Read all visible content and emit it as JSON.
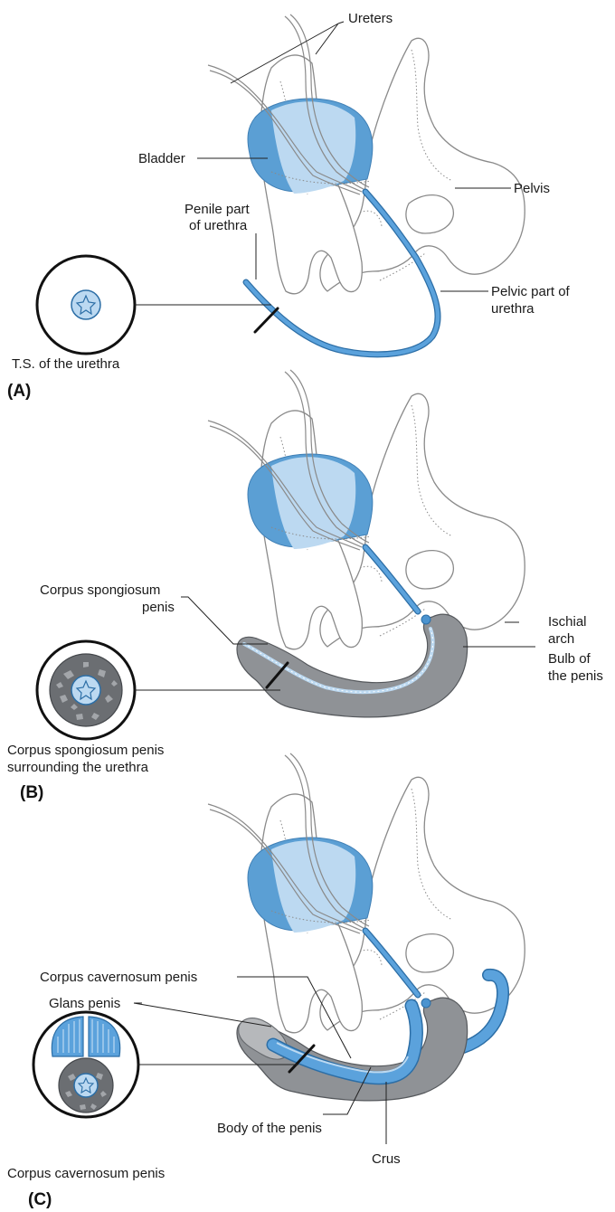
{
  "colors": {
    "bladder_blue": "#5b9fd4",
    "light_blue": "#bcd9f1",
    "urethra_blue": "#4b93cf",
    "spongiosum_grey": "#8f9296",
    "dark_grey": "#6b6e72",
    "bone_outline": "#8a8a8a"
  },
  "panel_a": {
    "tag": "(A)",
    "labels": {
      "ureters": "Ureters",
      "bladder": "Bladder",
      "pelvis": "Pelvis",
      "penile_part": [
        "Penile part",
        "of urethra"
      ],
      "pelvic_part": [
        "Pelvic part of",
        "urethra"
      ],
      "cross_section": "T.S. of the urethra"
    }
  },
  "panel_b": {
    "tag": "(B)",
    "labels": {
      "corpus_spongiosum": [
        "Corpus spongiosum",
        "penis"
      ],
      "ischial_arch": [
        "Ischial",
        "arch"
      ],
      "bulb": [
        "Bulb of",
        "the penis"
      ],
      "cross_section": [
        "Corpus spongiosum penis",
        "surrounding the urethra"
      ]
    }
  },
  "panel_c": {
    "tag": "(C)",
    "labels": {
      "corpus_cavernosum": "Corpus cavernosum penis",
      "glans": "Glans penis",
      "body": "Body of the penis",
      "crus": "Crus",
      "cross_section": "Corpus cavernosum penis"
    }
  }
}
